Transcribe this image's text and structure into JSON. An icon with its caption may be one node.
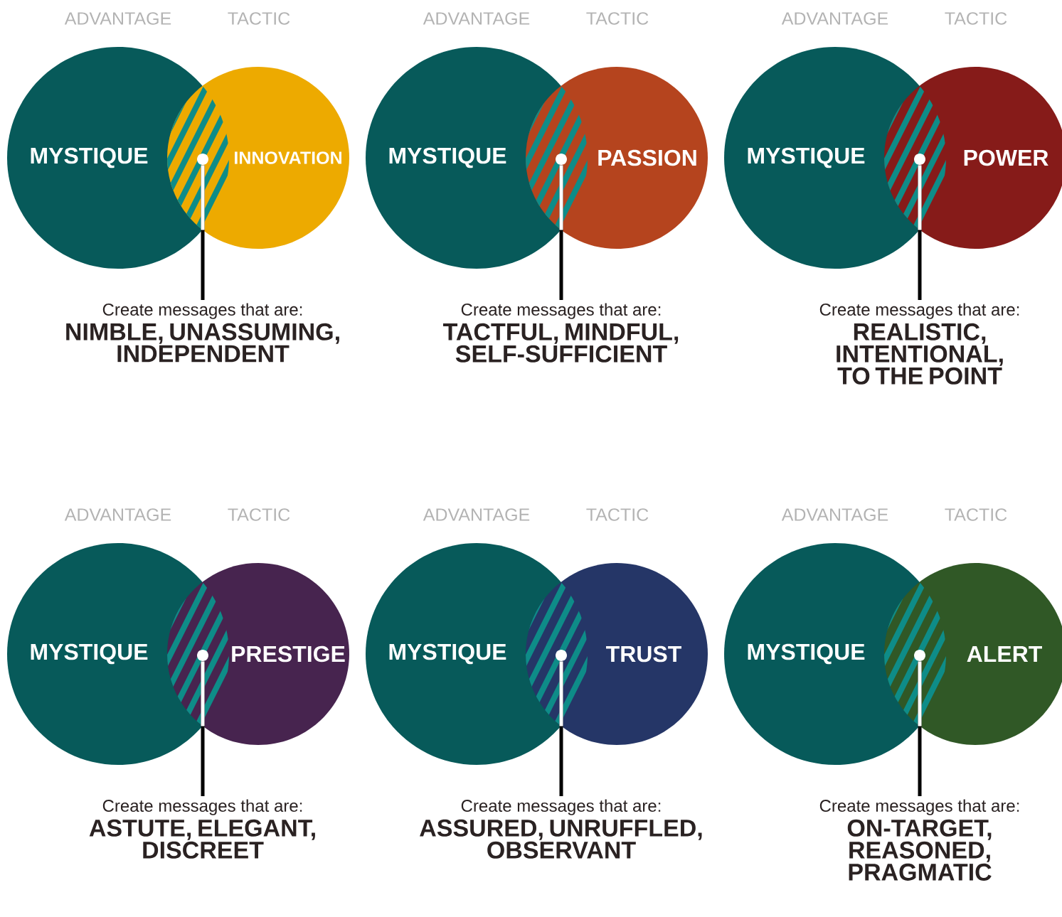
{
  "diagram": {
    "nodes": [
      {
        "text": [
          "MYSTIQUE"
        ]
      },
      {
        "text": [
          "INNOVATION"
        ]
      },
      {
        "text": [],
        "shape": "circle"
      },
      {
        "text": [
          "Create messages that are:",
          "NIMBLE, UNASSUMING, INDEPENDENT"
        ]
      },
      {
        "text": [
          "MYSTIQUE"
        ]
      },
      {
        "text": [
          "PASSION"
        ]
      },
      {
        "text": [],
        "shape": "circle"
      },
      {
        "text": [
          "Create messages that are:",
          "TACTFUL, MINDFUL, SELF-SUFFICIENT"
        ]
      },
      {
        "text": [
          "MYSTIQUE"
        ]
      },
      {
        "text": [
          "POWER"
        ]
      },
      {
        "text": [],
        "shape": "circle"
      },
      {
        "text": [
          "Create messages that are:",
          "REALISTIC, INTENTIONAL, TO THE POINT"
        ]
      },
      {
        "text": [
          "MYSTIQUE"
        ]
      },
      {
        "text": [
          "PRESTIGE"
        ]
      },
      {
        "text": [],
        "shape": "circle"
      },
      {
        "text": [
          "Create messages that are:",
          "ASTUTE, ELEGANT, DISCREET"
        ]
      },
      {
        "text": [
          "MYSTIQUE"
        ]
      },
      {
        "text": [
          "TRUST"
        ]
      },
      {
        "text": [],
        "shape": "circle"
      },
      {
        "text": [
          "Create messages that are:",
          "ASSURED, UNRUFFLED, OBSERVANT"
        ]
      },
      {
        "text": [
          "MYSTIQUE"
        ]
      },
      {
        "text": [
          "ALERT"
        ]
      },
      {
        "text": [],
        "shape": "circle"
      },
      {
        "text": [
          "Create messages that are:",
          "ON-TARGET, REASONED, PRAGMATIC"
        ]
      }
    ],
    "edges": [
      {
        "from": 3,
        "to": 2,
        "arrow": "none"
      },
      {
        "from": 7,
        "to": 6,
        "arrow": "none"
      },
      {
        "from": 11,
        "to": 10,
        "arrow": "none"
      },
      {
        "from": 15,
        "to": 14,
        "arrow": "none"
      },
      {
        "from": 19,
        "to": 18,
        "arrow": "none"
      },
      {
        "from": 23,
        "to": 22,
        "arrow": "none"
      }
    ],
    "labels": [
      "ADVANTAGE",
      "TACTIC",
      "ADVANTAGE",
      "TACTIC",
      "ADVANTAGE",
      "TACTIC",
      "ADVANTAGE",
      "TACTIC",
      "ADVANTAGE",
      "TACTIC",
      "ADVANTAGE",
      "TACTIC"
    ]
  }
}
